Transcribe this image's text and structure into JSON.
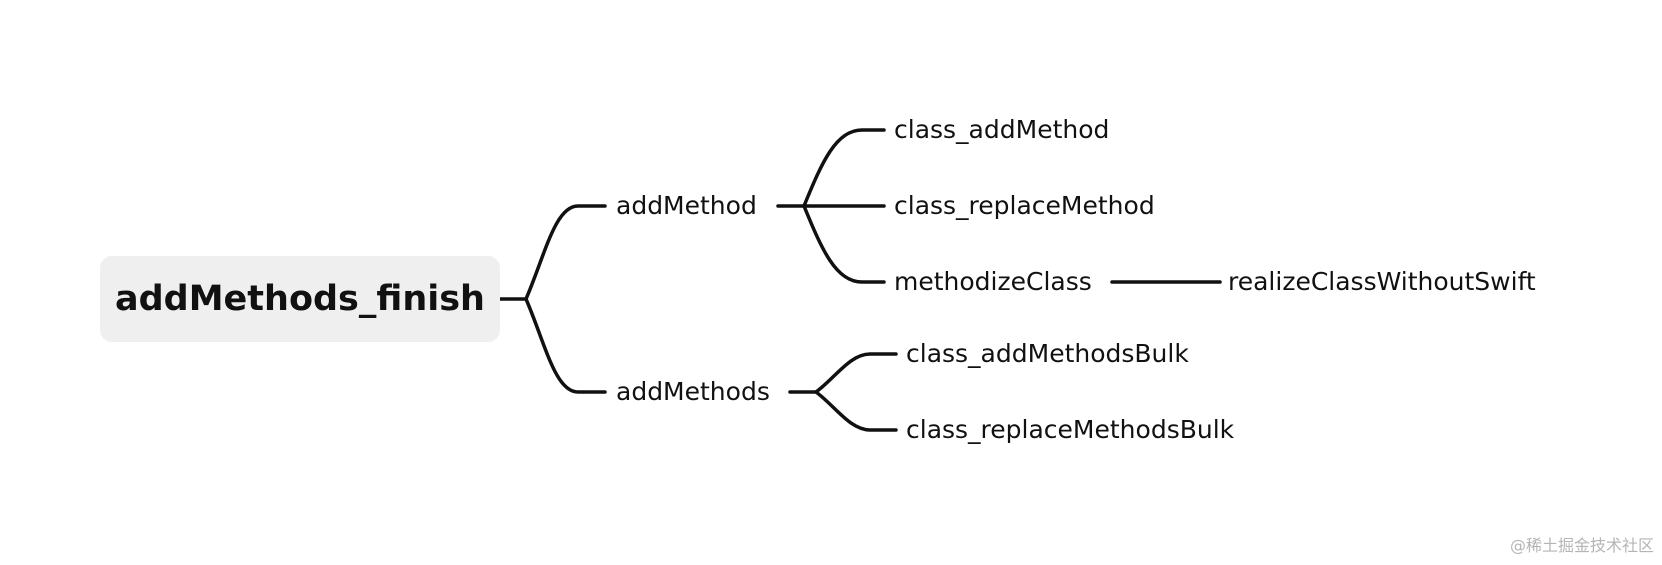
{
  "root": {
    "label": "addMethods_finish"
  },
  "branches": {
    "addMethod": {
      "label": "addMethod",
      "children": {
        "class_addMethod": "class_addMethod",
        "class_replaceMethod": "class_replaceMethod",
        "methodizeClass": {
          "label": "methodizeClass",
          "child": "realizeClassWithoutSwift"
        }
      }
    },
    "addMethods": {
      "label": "addMethods",
      "children": {
        "class_addMethodsBulk": "class_addMethodsBulk",
        "class_replaceMethodsBulk": "class_replaceMethodsBulk"
      }
    }
  },
  "watermark": "@稀土掘金技术社区",
  "colors": {
    "line": "#111111",
    "root_bg": "#efefef",
    "watermark": "#b5b5b5"
  }
}
